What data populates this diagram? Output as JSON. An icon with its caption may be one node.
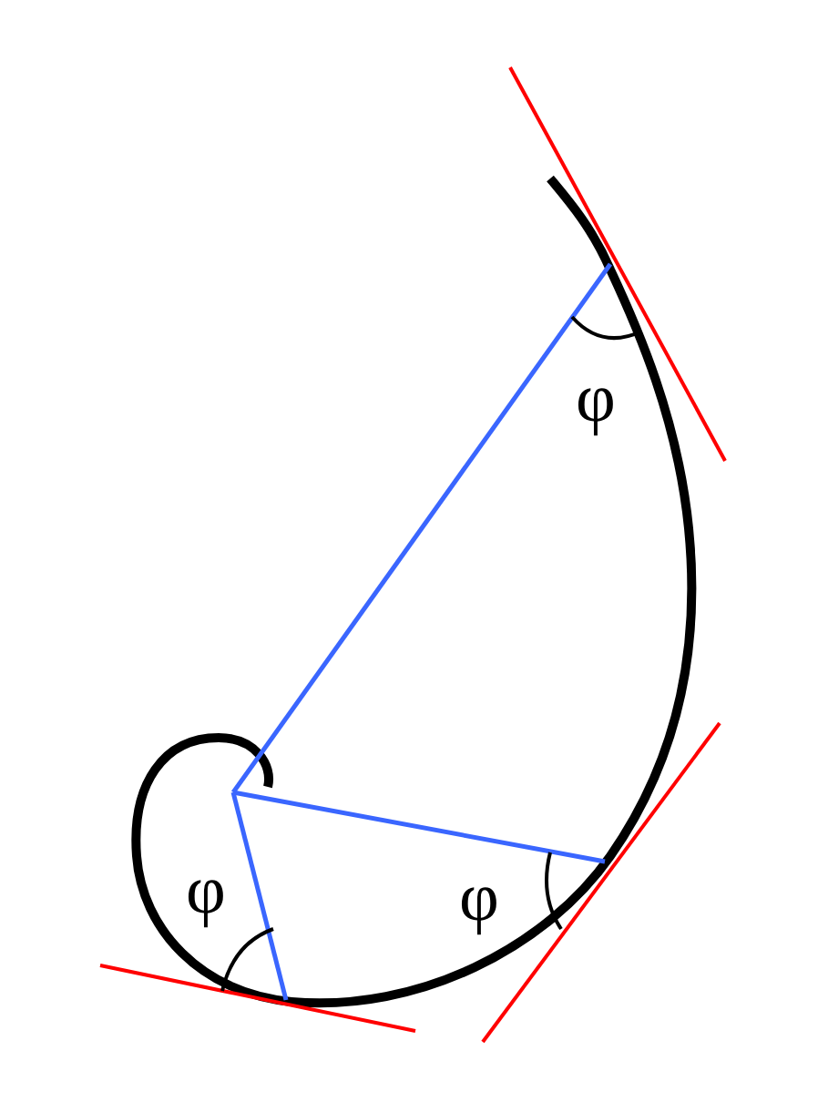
{
  "diagram": {
    "labels": [
      "φ",
      "φ",
      "φ"
    ]
  }
}
